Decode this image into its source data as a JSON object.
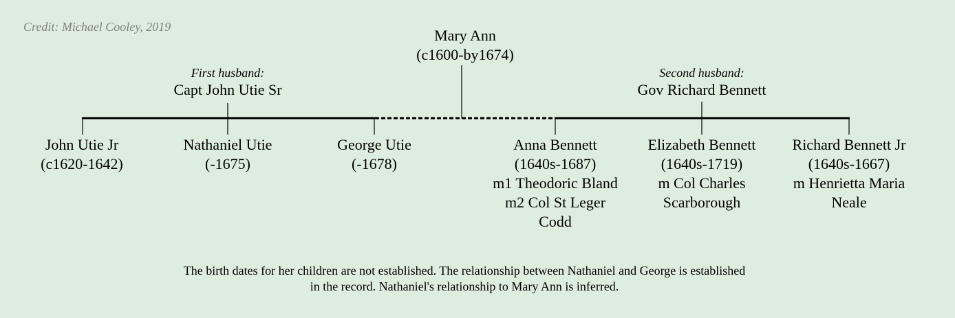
{
  "credit": "Credit: Michael Cooley, 2019",
  "root": {
    "name": "Mary Ann",
    "dates": "(c1600-by1674)"
  },
  "husbands": [
    {
      "label": "First husband:",
      "name": "Capt John Utie Sr"
    },
    {
      "label": "Second husband:",
      "name": "Gov Richard Bennett"
    }
  ],
  "children": [
    {
      "lines": [
        "John Utie Jr",
        "(c1620-1642)"
      ]
    },
    {
      "lines": [
        "Nathaniel Utie",
        "(-1675)"
      ]
    },
    {
      "lines": [
        "George Utie",
        "(-1678)"
      ]
    },
    {
      "lines": [
        "Anna Bennett",
        "(1640s-1687)",
        "m1 Theodoric Bland",
        "m2 Col St Leger",
        "Codd"
      ]
    },
    {
      "lines": [
        "Elizabeth Bennett",
        "(1640s-1719)",
        "m Col Charles",
        "Scarborough"
      ]
    },
    {
      "lines": [
        "Richard Bennett Jr",
        "(1640s-1667)",
        "m Henrietta Maria",
        "Neale"
      ]
    }
  ],
  "note": "The birth dates for her children are not established. The relationship between Nathaniel and George is established in the record. Nathaniel's relationship to Mary Ann is inferred."
}
